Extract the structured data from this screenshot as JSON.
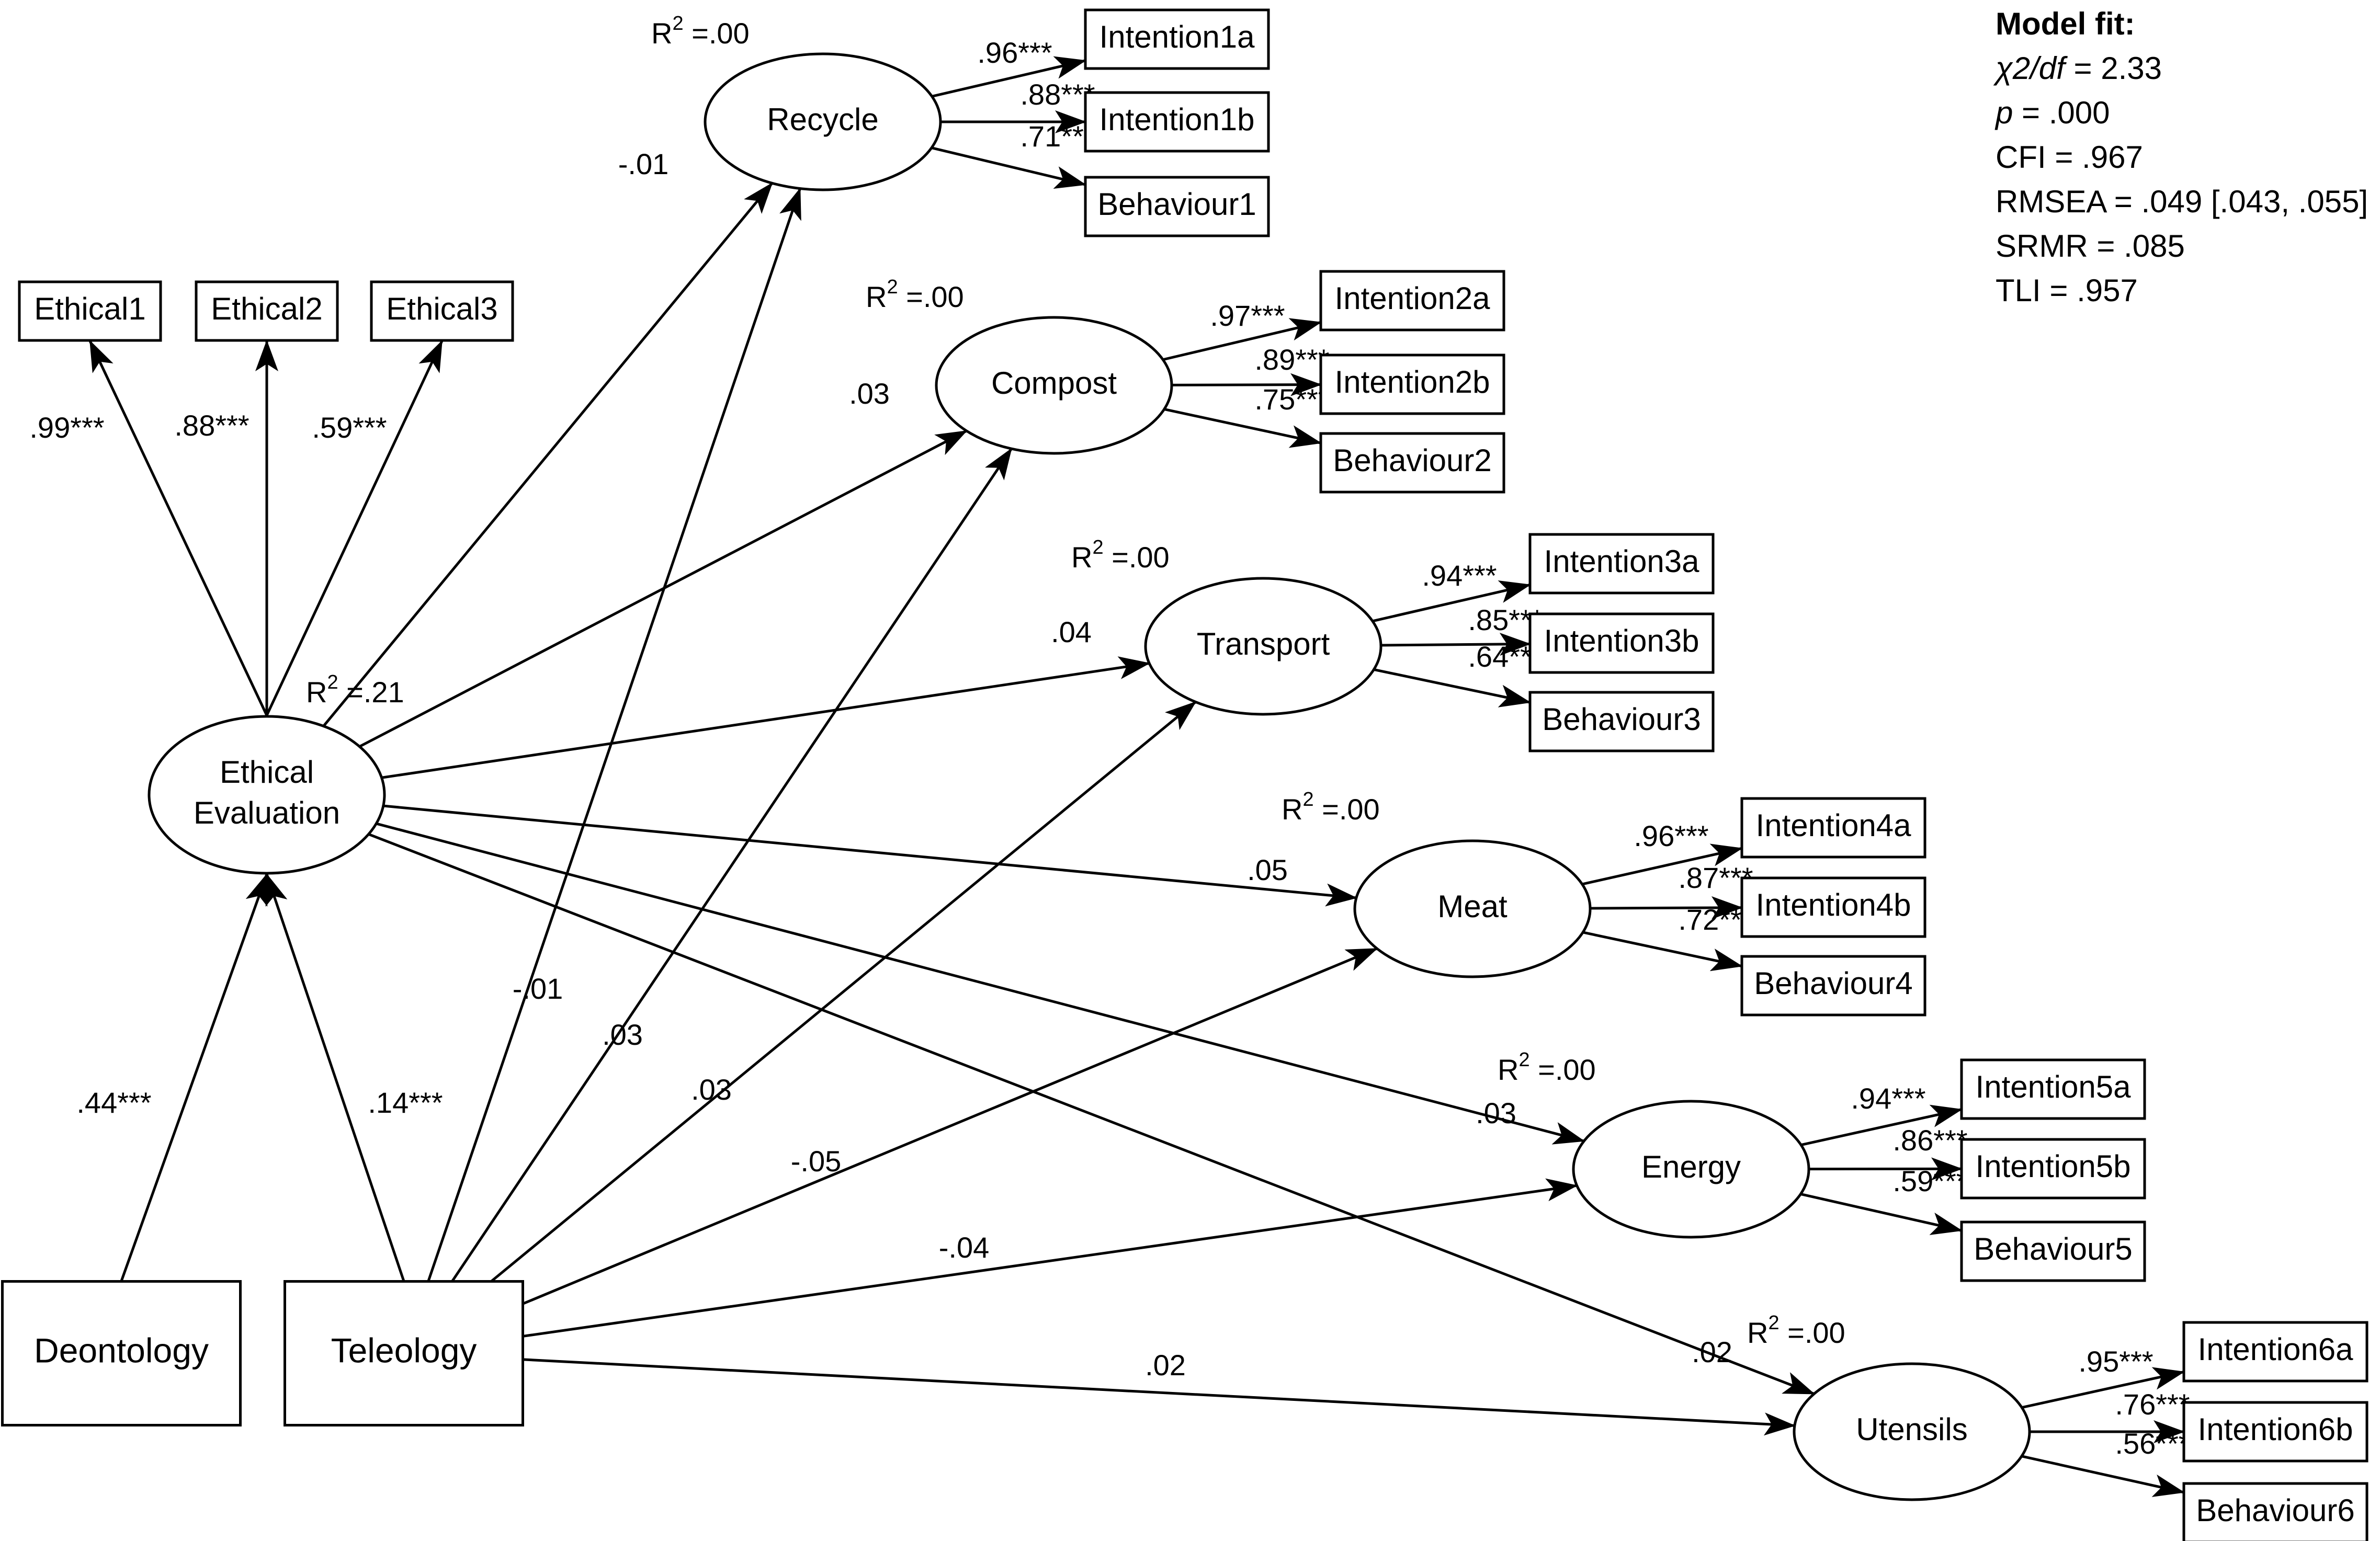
{
  "nodes": [
    {
      "id": "recycle",
      "label": "Recycle"
    },
    {
      "id": "compost",
      "label": "Compost"
    },
    {
      "id": "transport",
      "label": "Transport"
    },
    {
      "id": "meat",
      "label": "Meat"
    },
    {
      "id": "energy",
      "label": "Energy"
    },
    {
      "id": "utensils",
      "label": "Utensils"
    },
    {
      "id": "ethicaleval",
      "label": "Ethical\nEvaluation"
    },
    {
      "id": "deontology",
      "label": "Deontology"
    },
    {
      "id": "teleology",
      "label": "Teleology"
    },
    {
      "id": "ethical1",
      "label": "Ethical1"
    },
    {
      "id": "ethical2",
      "label": "Ethical2"
    },
    {
      "id": "ethical3",
      "label": "Ethical3"
    },
    {
      "id": "int1a",
      "label": "Intention1a"
    },
    {
      "id": "int1b",
      "label": "Intention1b"
    },
    {
      "id": "beh1",
      "label": "Behaviour1"
    },
    {
      "id": "int2a",
      "label": "Intention2a"
    },
    {
      "id": "int2b",
      "label": "Intention2b"
    },
    {
      "id": "beh2",
      "label": "Behaviour2"
    },
    {
      "id": "int3a",
      "label": "Intention3a"
    },
    {
      "id": "int3b",
      "label": "Intention3b"
    },
    {
      "id": "beh3",
      "label": "Behaviour3"
    },
    {
      "id": "int4a",
      "label": "Intention4a"
    },
    {
      "id": "int4b",
      "label": "Intention4b"
    },
    {
      "id": "beh4",
      "label": "Behaviour4"
    },
    {
      "id": "int5a",
      "label": "Intention5a"
    },
    {
      "id": "int5b",
      "label": "Intention5b"
    },
    {
      "id": "beh5",
      "label": "Behaviour5"
    },
    {
      "id": "int6a",
      "label": "Intention6a"
    },
    {
      "id": "int6b",
      "label": "Intention6b"
    },
    {
      "id": "beh6",
      "label": "Behaviour6"
    }
  ],
  "edges": [
    {
      "from": "ethicaleval",
      "to": "ethical1",
      "label": ".99***"
    },
    {
      "from": "ethicaleval",
      "to": "ethical2",
      "label": ".88***"
    },
    {
      "from": "ethicaleval",
      "to": "ethical3",
      "label": ".59***"
    },
    {
      "from": "deontology",
      "to": "ethicaleval",
      "label": ".44***"
    },
    {
      "from": "teleology",
      "to": "ethicaleval",
      "label": ".14***"
    },
    {
      "from": "ethicaleval",
      "to": "recycle",
      "label": "-.01"
    },
    {
      "from": "ethicaleval",
      "to": "compost",
      "label": ".03"
    },
    {
      "from": "ethicaleval",
      "to": "transport",
      "label": ".04"
    },
    {
      "from": "ethicaleval",
      "to": "meat",
      "label": ".05"
    },
    {
      "from": "ethicaleval",
      "to": "energy",
      "label": ".03"
    },
    {
      "from": "ethicaleval",
      "to": "utensils",
      "label": ".02"
    },
    {
      "from": "teleology",
      "to": "recycle",
      "label": "-.01"
    },
    {
      "from": "teleology",
      "to": "compost",
      "label": ".03"
    },
    {
      "from": "teleology",
      "to": "transport",
      "label": ".03"
    },
    {
      "from": "teleology",
      "to": "meat",
      "label": "-.05"
    },
    {
      "from": "teleology",
      "to": "energy",
      "label": "-.04"
    },
    {
      "from": "teleology",
      "to": "utensils",
      "label": ".02"
    },
    {
      "from": "recycle",
      "to": "int1a",
      "label": ".96***"
    },
    {
      "from": "recycle",
      "to": "int1b",
      "label": ".88***"
    },
    {
      "from": "recycle",
      "to": "beh1",
      "label": ".71***"
    },
    {
      "from": "compost",
      "to": "int2a",
      "label": ".97***"
    },
    {
      "from": "compost",
      "to": "int2b",
      "label": ".89***"
    },
    {
      "from": "compost",
      "to": "beh2",
      "label": ".75***"
    },
    {
      "from": "transport",
      "to": "int3a",
      "label": ".94***"
    },
    {
      "from": "transport",
      "to": "int3b",
      "label": ".85***"
    },
    {
      "from": "transport",
      "to": "beh3",
      "label": ".64***"
    },
    {
      "from": "meat",
      "to": "int4a",
      "label": ".96***"
    },
    {
      "from": "meat",
      "to": "int4b",
      "label": ".87***"
    },
    {
      "from": "meat",
      "to": "beh4",
      "label": ".72***"
    },
    {
      "from": "energy",
      "to": "int5a",
      "label": ".94***"
    },
    {
      "from": "energy",
      "to": "int5b",
      "label": ".86***"
    },
    {
      "from": "energy",
      "to": "beh5",
      "label": ".59***"
    },
    {
      "from": "utensils",
      "to": "int6a",
      "label": ".95***"
    },
    {
      "from": "utensils",
      "to": "int6b",
      "label": ".76***"
    },
    {
      "from": "utensils",
      "to": "beh6",
      "label": ".56***"
    }
  ],
  "rsquared": [
    {
      "node": "recycle",
      "prefix": "R",
      "sup": "2",
      "value": " =.00"
    },
    {
      "node": "compost",
      "prefix": "R",
      "sup": "2",
      "value": " =.00"
    },
    {
      "node": "transport",
      "prefix": "R",
      "sup": "2",
      "value": " =.00"
    },
    {
      "node": "meat",
      "prefix": "R",
      "sup": "2",
      "value": " =.00"
    },
    {
      "node": "energy",
      "prefix": "R",
      "sup": "2",
      "value": " =.00"
    },
    {
      "node": "utensils",
      "prefix": "R",
      "sup": "2",
      "value": " =.00"
    },
    {
      "node": "ethicaleval",
      "prefix": "R",
      "sup": "2",
      "value": " =.21"
    }
  ],
  "model_fit": {
    "title": "Model fit:",
    "lines": [
      {
        "italic": "χ2/df",
        "rest": " = 2.33"
      },
      {
        "italic": "p",
        "rest": " = .000"
      },
      {
        "italic": "",
        "rest": "CFI = .967"
      },
      {
        "italic": "",
        "rest": "RMSEA = .049 [.043, .055]"
      },
      {
        "italic": "",
        "rest": "SRMR = .085"
      },
      {
        "italic": "",
        "rest": "TLI = .957"
      }
    ]
  }
}
